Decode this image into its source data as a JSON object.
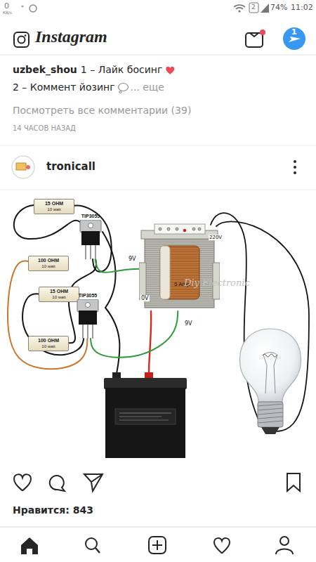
{
  "diagram": {
    "nodes": [
      {
        "text": [
          "15 OHM",
          "10 watt"
        ]
      },
      {
        "text": [
          "TIP3055"
        ]
      },
      {
        "text": [
          "100 OHM",
          "10 watt"
        ]
      },
      {
        "text": [
          "15 OHM",
          "10 watt"
        ]
      },
      {
        "text": [
          "TIP3055"
        ]
      },
      {
        "text": [
          "100 OHM",
          "10 watt"
        ]
      },
      {
        "text": [
          "5 Amp"
        ]
      }
    ],
    "edges": [
      {
        "from": 0,
        "to": 1,
        "arrow": "none"
      },
      {
        "from": 2,
        "to": 4,
        "arrow": "none"
      },
      {
        "from": 3,
        "to": 4,
        "arrow": "none"
      },
      {
        "from": 5,
        "to": 1,
        "arrow": "none"
      },
      {
        "from": 1,
        "to": 6,
        "arrow": "none"
      },
      {
        "from": 4,
        "to": 6,
        "arrow": "none"
      }
    ],
    "labels": [
      "0",
      "KB/s",
      "2",
      "74%",
      "11:02",
      "Instagram",
      "1",
      "uzbek_shou",
      "1 – Лайк босинг",
      "2 – Коммент йозинг",
      "... еще",
      "Посмотреть все комментарии (39)",
      "14 ЧАСОВ НАЗАД",
      "tronicall",
      "9V",
      "0V",
      "9V",
      "220V",
      "Diy Electronic",
      "Нравится: 843"
    ]
  }
}
